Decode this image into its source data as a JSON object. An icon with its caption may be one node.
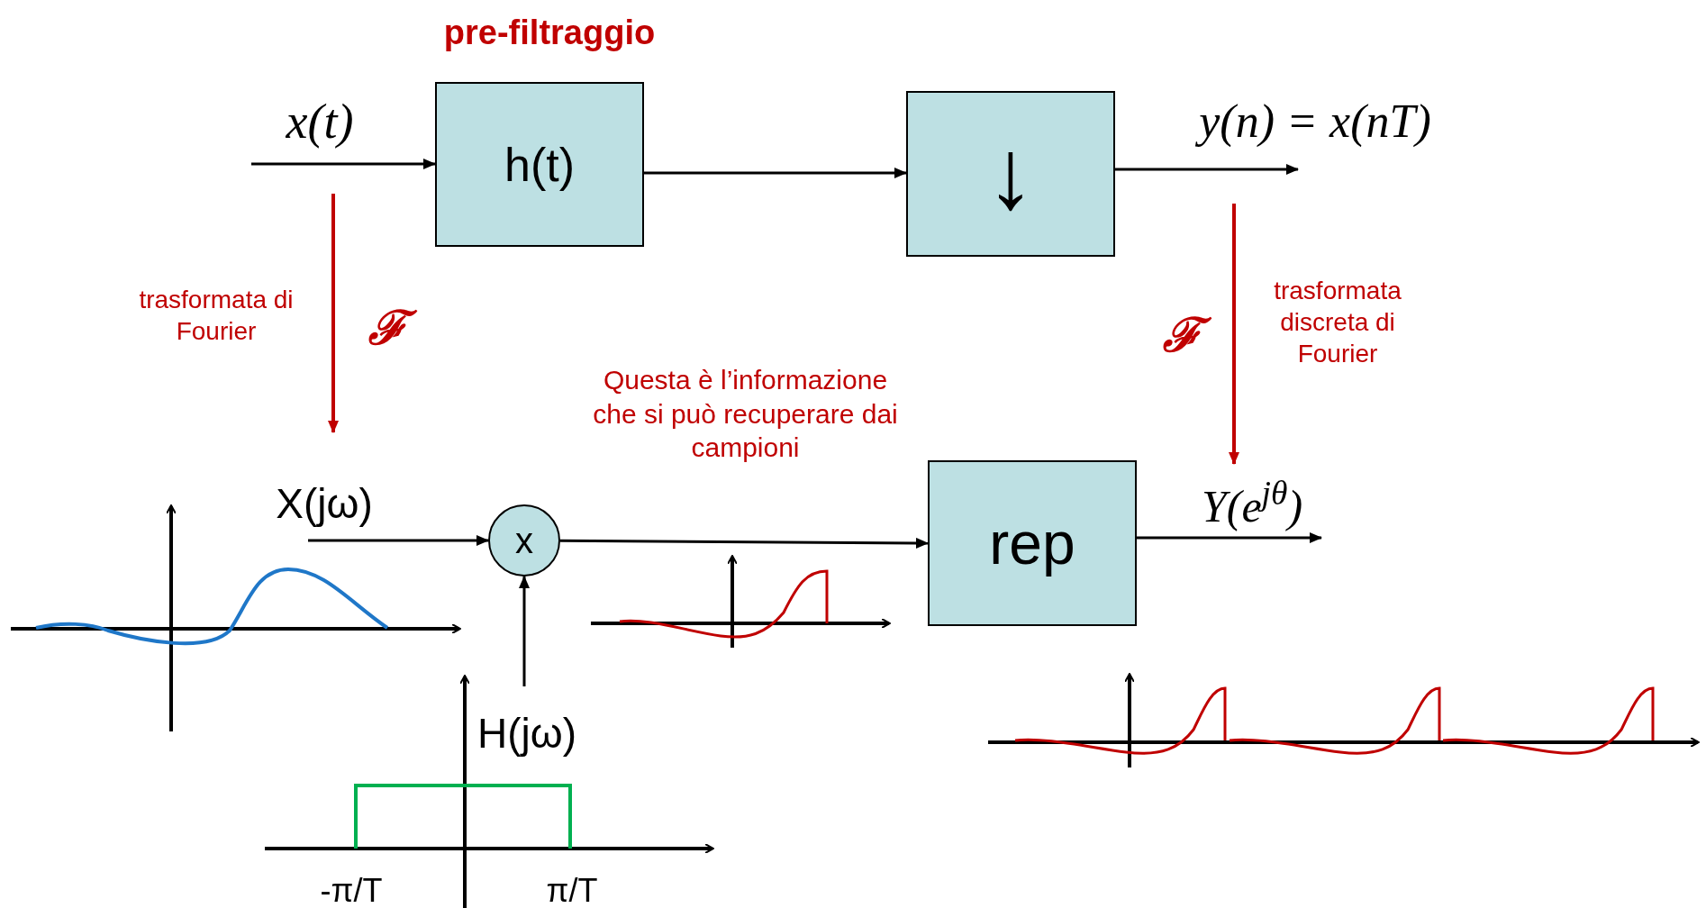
{
  "diagram": {
    "nodes": [
      {
        "text": [
          "h(t)"
        ],
        "beside": [
          "pre-filtraggio"
        ]
      },
      {
        "text": [
          "↓"
        ]
      },
      {
        "text": [
          "x"
        ]
      },
      {
        "text": [
          "rep"
        ]
      },
      {
        "text": [
          "x(t)"
        ]
      },
      {
        "text": [
          "X(jω)"
        ]
      },
      {
        "text": [
          "y(n) = x(nT)"
        ]
      },
      {
        "text": [
          "Y(e$^{jθ}$)"
        ]
      }
    ],
    "edges": [
      {
        "from": 4,
        "to": 0,
        "arrow": "to"
      },
      {
        "from": 0,
        "to": 1,
        "arrow": "to"
      },
      {
        "from": 1,
        "to": 6,
        "arrow": "to"
      },
      {
        "from": 5,
        "to": 2,
        "arrow": "to"
      },
      {
        "from": null,
        "to": 2,
        "arrow": "to"
      },
      {
        "from": 2,
        "to": 3,
        "arrow": "to"
      },
      {
        "from": 3,
        "to": 7,
        "arrow": "to"
      },
      {
        "from": null,
        "to": 5,
        "arrow": "to",
        "color": "#c00000"
      },
      {
        "from": null,
        "to": 7,
        "arrow": "to",
        "color": "#c00000"
      }
    ],
    "labels": [
      "trasformata di Fourier",
      "ℱ",
      "ℱ",
      "trasformata discreta di Fourier",
      "Questa è l’informazione che si può recuperare dai campioni",
      "H(jω)",
      "-π/T",
      "π/T"
    ]
  }
}
